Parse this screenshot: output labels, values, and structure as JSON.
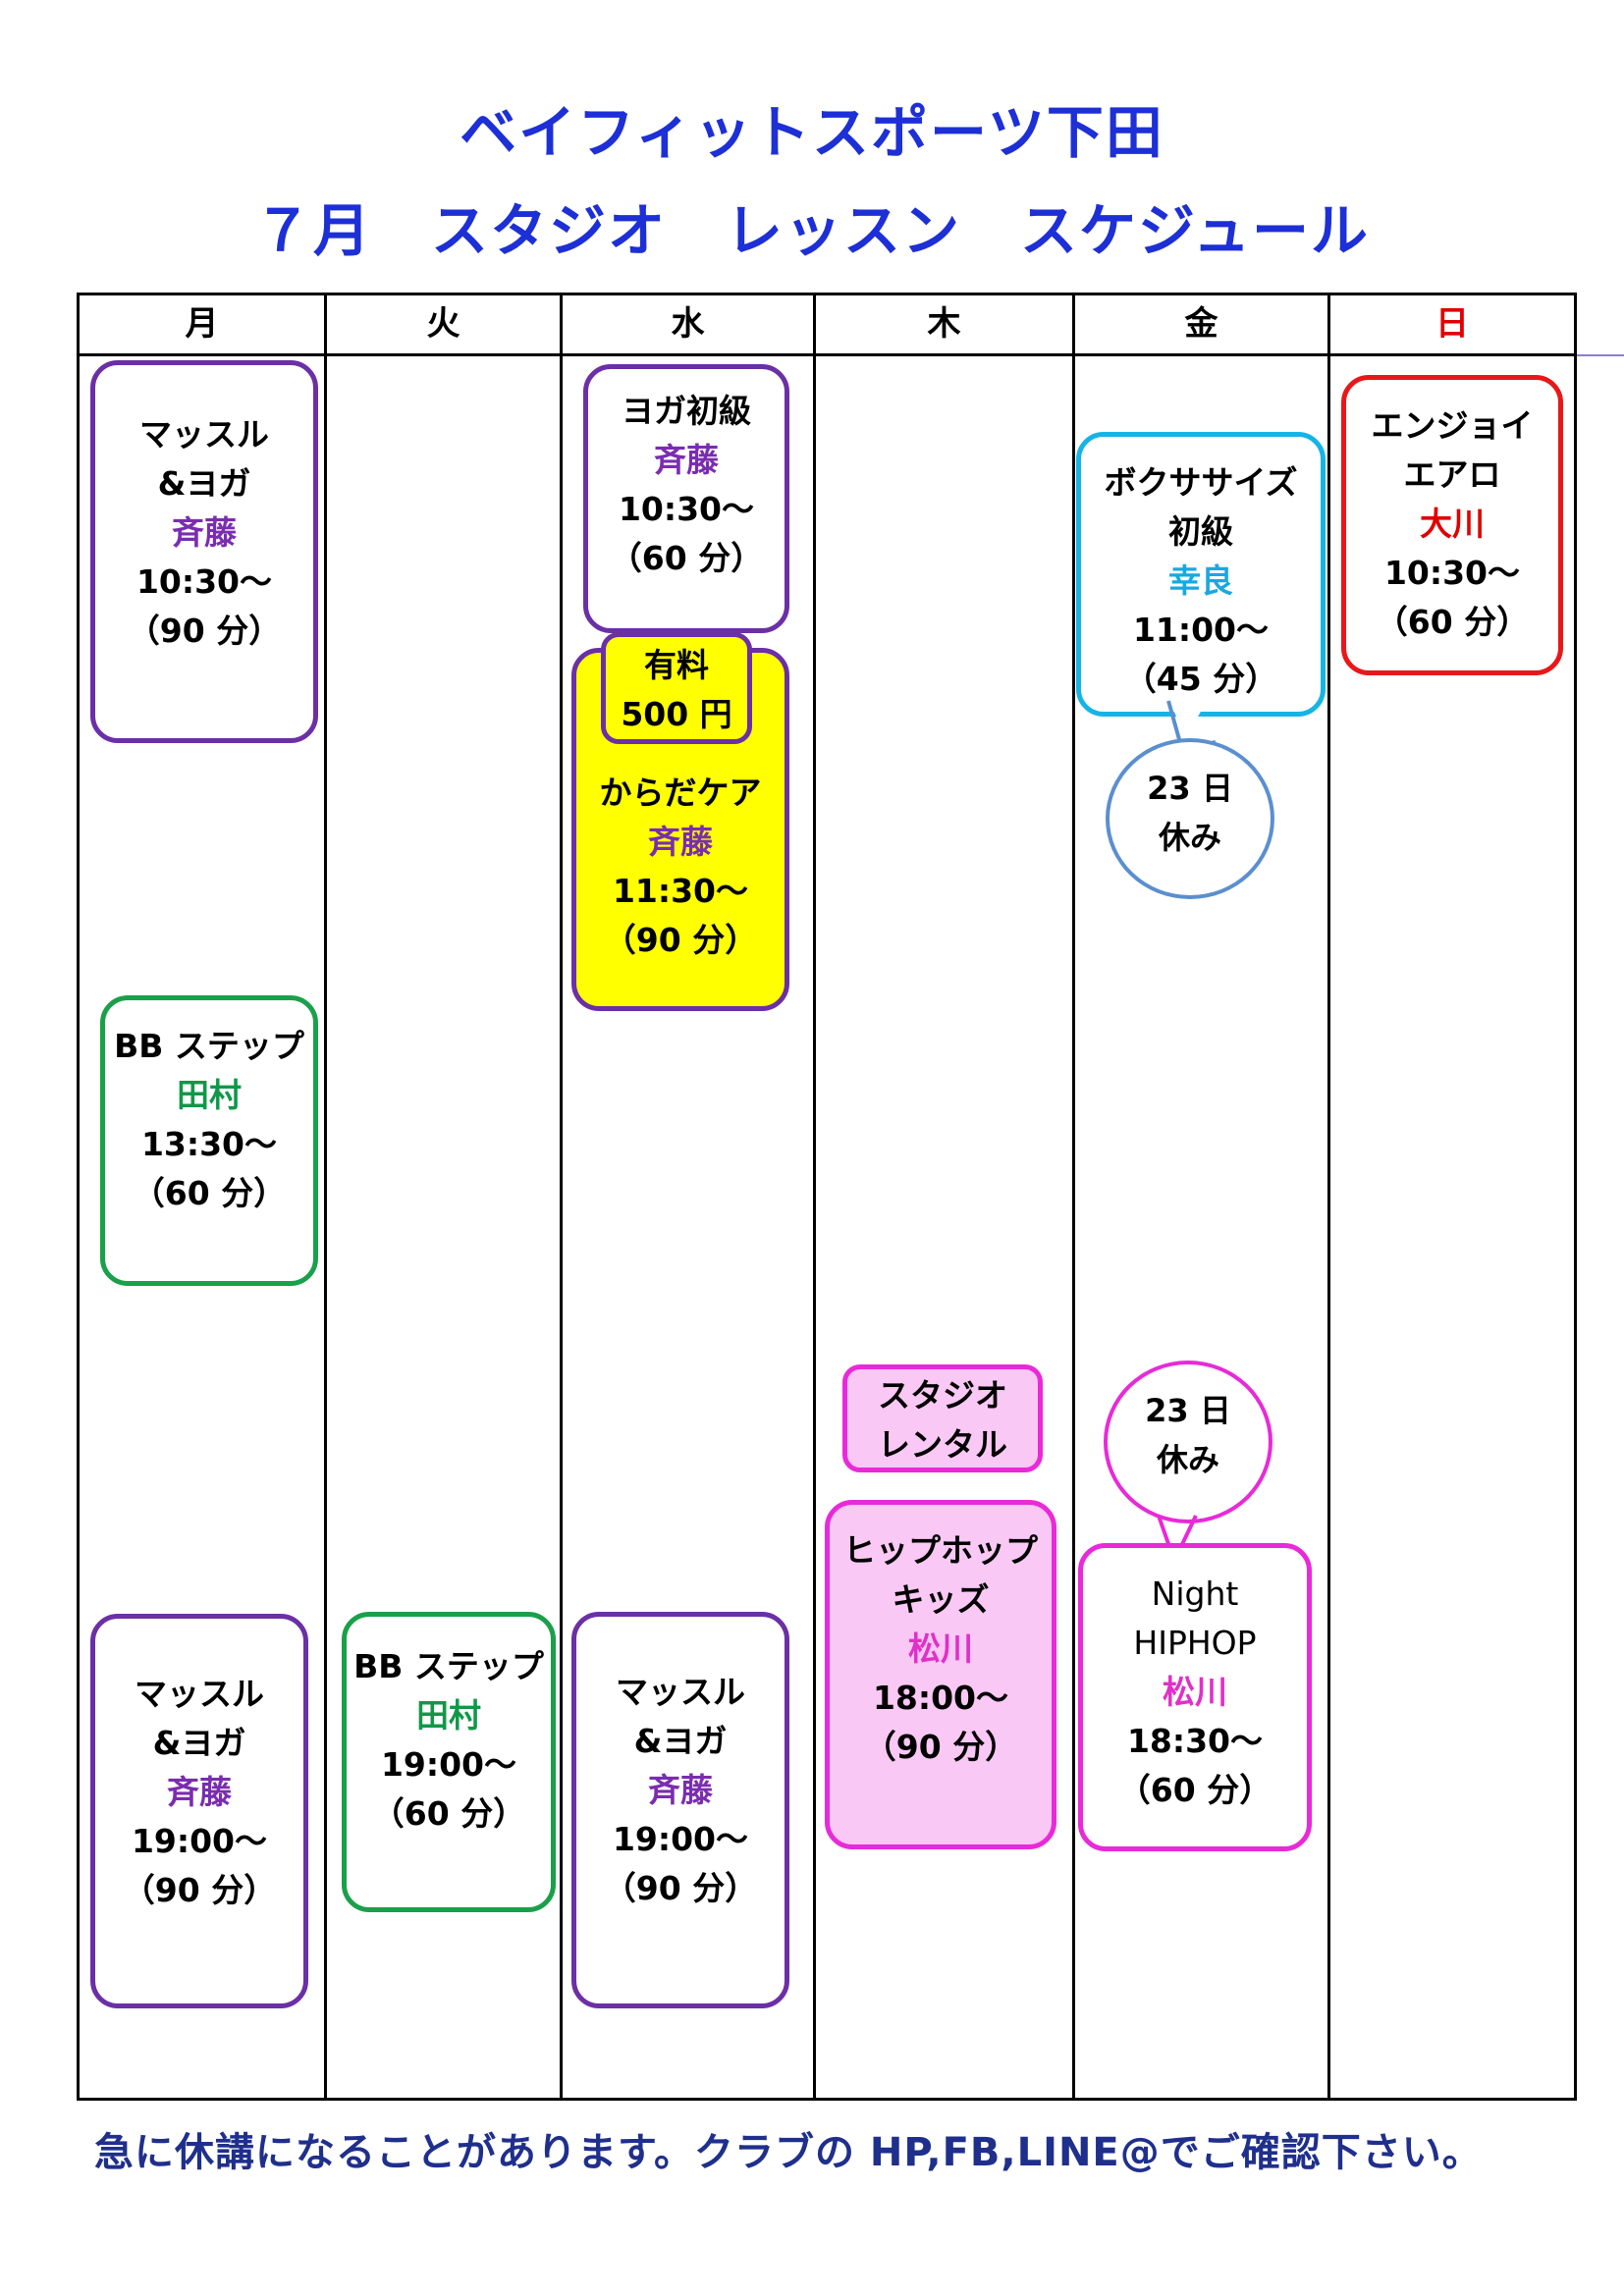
{
  "title": {
    "line1": "ベイフィットスポーツ下田",
    "line2": "７月　スタジオ　レッスン　スケジュール"
  },
  "days": [
    "月",
    "火",
    "水",
    "木",
    "金",
    "日"
  ],
  "lessons": {
    "mon_am": {
      "name1": "マッスル",
      "name2": "&ヨガ",
      "instructor": "斉藤",
      "time": "10:30～",
      "duration": "（90 分）"
    },
    "mon_bb": {
      "name1": "BB ステップ",
      "instructor": "田村",
      "time": "13:30～",
      "duration": "（60 分）"
    },
    "mon_pm": {
      "name1": "マッスル",
      "name2": "&ヨガ",
      "instructor": "斉藤",
      "time": "19:00～",
      "duration": "（90 分）"
    },
    "tue_bb": {
      "name1": "BB ステップ",
      "instructor": "田村",
      "time": "19:00～",
      "duration": "（60 分）"
    },
    "wed_yoga": {
      "name1": "ヨガ初級",
      "instructor": "斉藤",
      "time": "10:30～",
      "duration": "（60 分）"
    },
    "wed_paid": {
      "line1": "有料",
      "line2": "500 円"
    },
    "wed_care": {
      "name1": "からだケア",
      "instructor": "斉藤",
      "time": "11:30～",
      "duration": "（90 分）"
    },
    "wed_pm": {
      "name1": "マッスル",
      "name2": "&ヨガ",
      "instructor": "斉藤",
      "time": "19:00～",
      "duration": "（90 分）"
    },
    "thu_rental": {
      "line1": "スタジオ",
      "line2": "レンタル"
    },
    "thu_kids": {
      "name1": "ヒップホップ",
      "name2": "キッズ",
      "instructor": "松川",
      "time": "18:00～",
      "duration": "（90 分）"
    },
    "fri_box": {
      "name1": "ボクササイズ",
      "name2": "初級",
      "instructor": "幸良",
      "time": "11:00～",
      "duration": "（45 分）"
    },
    "fri_note1": {
      "line1": "23 日",
      "line2": "休み"
    },
    "fri_note2": {
      "line1": "23 日",
      "line2": "休み"
    },
    "fri_night": {
      "name1": "Night",
      "name2": "HIPHOP",
      "instructor": "松川",
      "time": "18:30～",
      "duration": "（60 分）"
    },
    "sun_aero": {
      "name1": "エンジョイ",
      "name2": "エアロ",
      "instructor": "大川",
      "time": "10:30～",
      "duration": "（60 分）"
    }
  },
  "footer": "急に休講になることがあります。クラブの HP,FB,LINE@でご確認下さい。",
  "colors": {
    "title": "#1d2fd6",
    "purple": "#6b2fa6",
    "green": "#1aa04a",
    "cyan": "#16b4e6",
    "red": "#e81818",
    "magenta": "#e82ad8",
    "care_fill": "#ffff00",
    "kids_fill": "#f9c8f4"
  }
}
